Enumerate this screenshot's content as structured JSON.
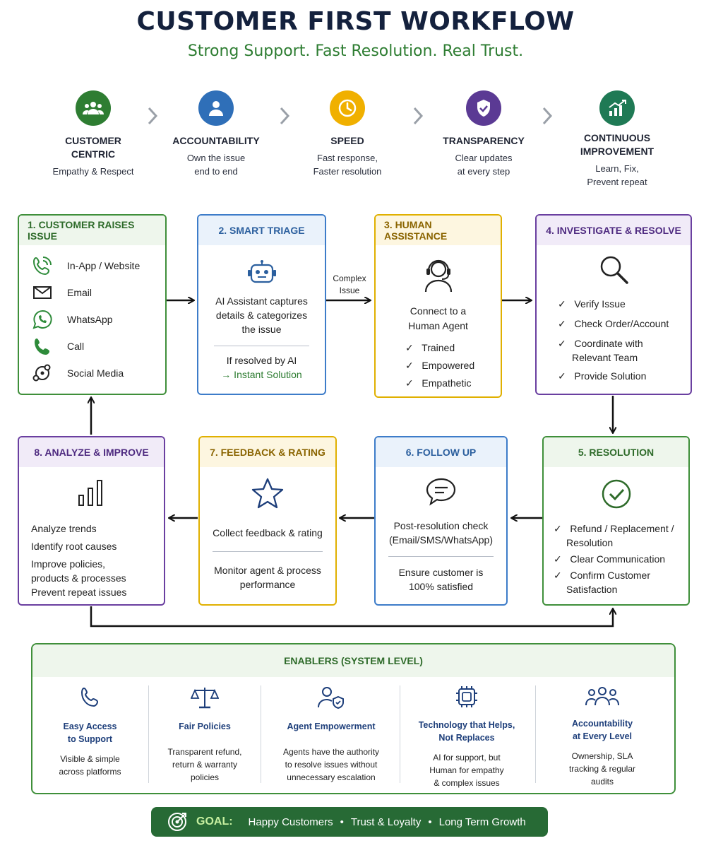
{
  "header": {
    "title": "CUSTOMER FIRST WORKFLOW",
    "subtitle": "Strong Support. Fast Resolution. Real Trust."
  },
  "principles": [
    {
      "name_line1": "CUSTOMER",
      "name_line2": "CENTRIC",
      "desc_line1": "Empathy & Respect",
      "desc_line2": "",
      "icon": "people-icon",
      "color": "#2e7d32"
    },
    {
      "name_line1": "ACCOUNTABILITY",
      "name_line2": "",
      "desc_line1": "Own the issue",
      "desc_line2": "end to end",
      "icon": "person-icon",
      "color": "#2f6fb8"
    },
    {
      "name_line1": "SPEED",
      "name_line2": "",
      "desc_line1": "Fast response,",
      "desc_line2": "Faster resolution",
      "icon": "clock-icon",
      "color": "#e8a400"
    },
    {
      "name_line1": "TRANSPARENCY",
      "name_line2": "",
      "desc_line1": "Clear updates",
      "desc_line2": "at every step",
      "icon": "shield-icon",
      "color": "#5b3a94"
    },
    {
      "name_line1": "CONTINUOUS",
      "name_line2": "IMPROVEMENT",
      "desc_line1": "Learn, Fix,",
      "desc_line2": "Prevent repeat",
      "icon": "growth-chart-icon",
      "color": "#1f7a55"
    }
  ],
  "steps": {
    "s1": {
      "title": "1. CUSTOMER RAISES ISSUE",
      "channels": [
        "In-App / Website",
        "Email",
        "WhatsApp",
        "Call",
        "Social Media"
      ]
    },
    "s2": {
      "title": "2. SMART TRIAGE",
      "line1": "AI Assistant captures",
      "line2": "details & categorizes",
      "line3": "the issue",
      "resolved": "If resolved by AI",
      "instant": "→ Instant Solution"
    },
    "complex_label_1": "Complex",
    "complex_label_2": "Issue",
    "s3": {
      "title": "3. HUMAN ASSISTANCE",
      "line1": "Connect to a",
      "line2": "Human Agent",
      "checks": [
        "Trained",
        "Empowered",
        "Empathetic"
      ]
    },
    "s4": {
      "title": "4. INVESTIGATE & RESOLVE",
      "checks": [
        "Verify Issue",
        "Check Order/Account",
        "Coordinate with",
        "Relevant Team",
        "Provide Solution"
      ]
    },
    "s5": {
      "title": "5. RESOLUTION",
      "checks": [
        "Refund / Replacement /",
        "Resolution",
        "Clear Communication",
        "Confirm Customer",
        "Satisfaction"
      ]
    },
    "s6": {
      "title": "6. FOLLOW UP",
      "line1": "Post-resolution check",
      "line2": "(Email/SMS/WhatsApp)",
      "line3": "Ensure customer is",
      "line4": "100% satisfied"
    },
    "s7": {
      "title": "7. FEEDBACK & RATING",
      "line1": "Collect feedback & rating",
      "line2": "Monitor agent & process",
      "line3": "performance"
    },
    "s8": {
      "title": "8. ANALYZE & IMPROVE",
      "lines": [
        "Analyze trends",
        "Identify root causes",
        "Improve policies,",
        "products & processes",
        "Prevent repeat issues"
      ]
    }
  },
  "enablers": {
    "title": "ENABLERS (SYSTEM LEVEL)",
    "items": [
      {
        "t1": "Easy Access",
        "t2": "to Support",
        "d1": "Visible & simple",
        "d2": "across platforms",
        "d3": "",
        "icon": "phone-icon"
      },
      {
        "t1": "Fair Policies",
        "t2": "",
        "d1": "Transparent refund,",
        "d2": "return & warranty",
        "d3": "policies",
        "icon": "scales-icon"
      },
      {
        "t1": "Agent Empowerment",
        "t2": "",
        "d1": "Agents have the authority",
        "d2": "to resolve issues without",
        "d3": "unnecessary escalation",
        "icon": "agent-shield-icon"
      },
      {
        "t1": "Technology that Helps,",
        "t2": "Not Replaces",
        "d1": "AI for support, but",
        "d2": "Human for empathy",
        "d3": "& complex issues",
        "icon": "chip-icon"
      },
      {
        "t1": "Accountability",
        "t2": "at Every Level",
        "d1": "Ownership, SLA",
        "d2": "tracking & regular",
        "d3": "audits",
        "icon": "team-icon"
      }
    ]
  },
  "goal": {
    "label": "GOAL:",
    "items": [
      "Happy Customers",
      "Trust & Loyalty",
      "Long Term Growth"
    ],
    "icon": "target-icon"
  }
}
